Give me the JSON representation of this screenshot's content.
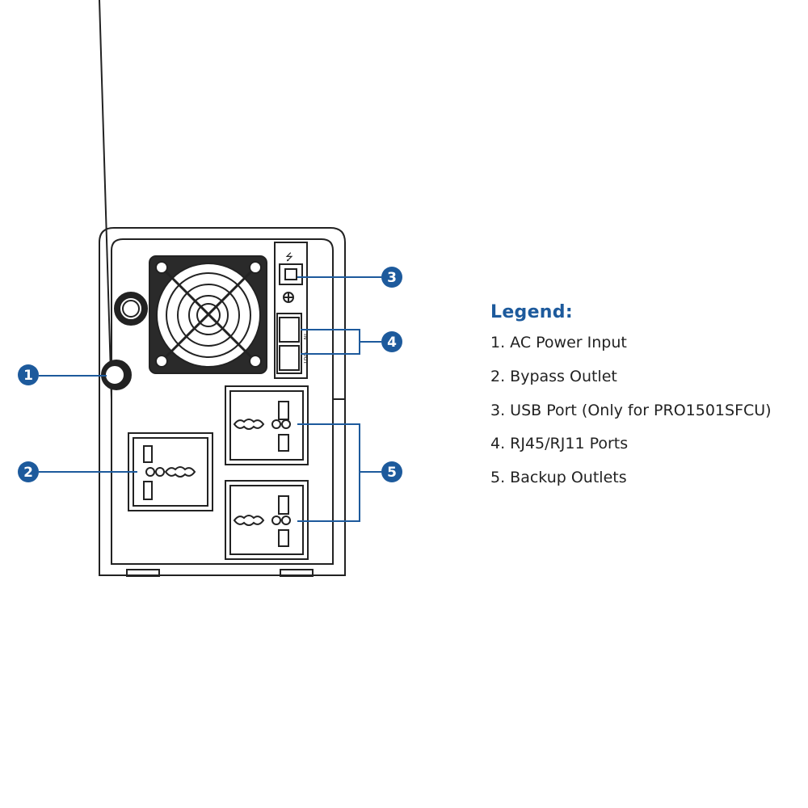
{
  "legend": {
    "title": "Legend:",
    "items": [
      "1. AC Power Input",
      "2. Bypass Outlet",
      "3. USB Port (Only for PRO1501SFCU)",
      "4. RJ45/RJ11 Ports",
      "5. Backup Outlets"
    ]
  },
  "callouts": [
    "1",
    "2",
    "3",
    "4",
    "5"
  ],
  "port_labels": {
    "in": "IN",
    "out": "OUT"
  },
  "colors": {
    "accent": "#1d5a9c",
    "line": "#222222"
  }
}
